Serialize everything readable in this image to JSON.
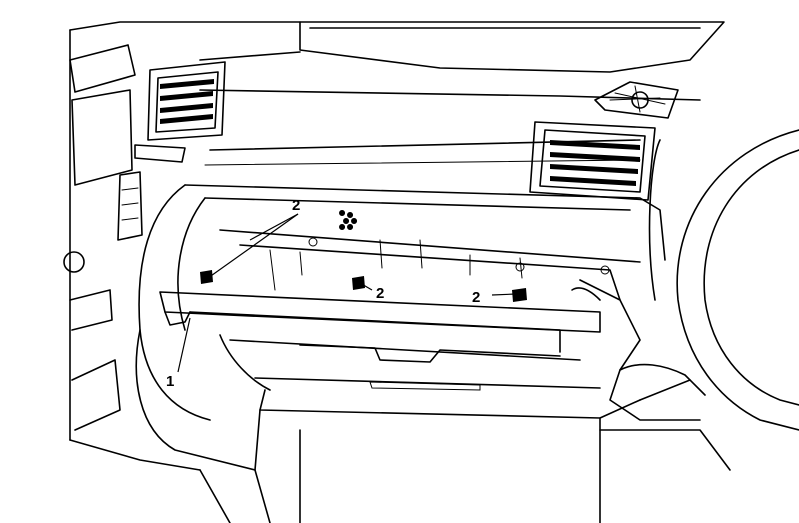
{
  "callouts": [
    {
      "id": "c1",
      "label": "1"
    },
    {
      "id": "c2a",
      "label": "2"
    },
    {
      "id": "c2b",
      "label": "2"
    },
    {
      "id": "c2c",
      "label": "2"
    }
  ]
}
